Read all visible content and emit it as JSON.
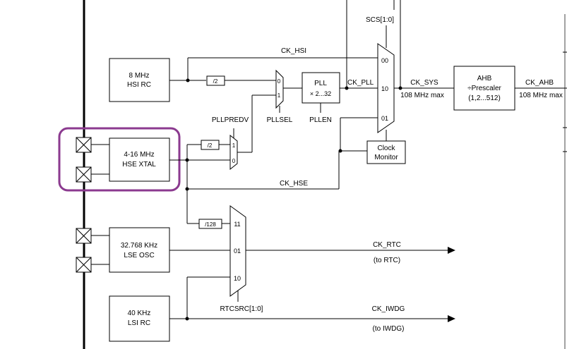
{
  "signals": {
    "ck_hsi": "CK_HSI",
    "ck_pll": "CK_PLL",
    "ck_sys": "CK_SYS",
    "ck_sys_max": "108 MHz max",
    "ck_ahb": "CK_AHB",
    "ck_ahb_max": "108 MHz max",
    "ck_hse": "CK_HSE",
    "ck_rtc": "CK_RTC",
    "ck_rtc_dest": "(to RTC)",
    "ck_iwdg": "CK_IWDG",
    "ck_iwdg_dest": "(to IWDG)"
  },
  "blocks": {
    "hsi_line1": "8 MHz",
    "hsi_line2": "HSI RC",
    "hse_line1": "4-16 MHz",
    "hse_line2": "HSE XTAL",
    "lse_line1": "32.768 KHz",
    "lse_line2": "LSE OSC",
    "lsi_line1": "40 KHz",
    "lsi_line2": "LSI RC",
    "pll_line1": "PLL",
    "pll_line2": "× 2...32",
    "ahb_line1": "AHB",
    "ahb_line2": "÷Prescaler",
    "ahb_line3": "(1,2...512)",
    "clock_monitor_line1": "Clock",
    "clock_monitor_line2": "Monitor"
  },
  "dividers": {
    "hsi_div2": "/2",
    "hse_div2": "/2",
    "hse_div128": "/128"
  },
  "muxes": {
    "scs_label": "SCS[1:0]",
    "scs_in_00": "00",
    "scs_in_10": "10",
    "scs_in_01": "01",
    "pllsel_label": "PLLSEL",
    "pllsel_in_0": "0",
    "pllsel_in_1": "1",
    "pllpredv_label": "PLLPREDV",
    "pllpredv_in_1": "1",
    "pllpredv_in_0": "0",
    "pllen_label": "PLLEN",
    "rtcsrc_label": "RTCSRC[1:0]",
    "rtcsrc_in_11": "11",
    "rtcsrc_in_01": "01",
    "rtcsrc_in_10": "10"
  },
  "highlight": {
    "color": "#8b3a8f"
  }
}
